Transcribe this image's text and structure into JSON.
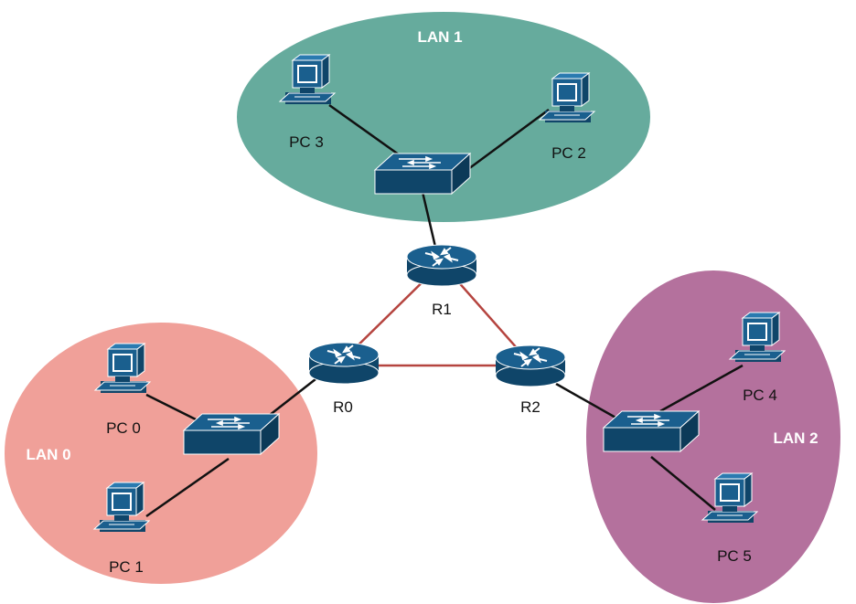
{
  "lans": [
    {
      "id": "lan0",
      "label": "LAN 0",
      "color": "#f0a099"
    },
    {
      "id": "lan1",
      "label": "LAN 1",
      "color": "#66ab9d"
    },
    {
      "id": "lan2",
      "label": "LAN 2",
      "color": "#b4719d"
    }
  ],
  "routers": [
    {
      "id": "r0",
      "label": "R0"
    },
    {
      "id": "r1",
      "label": "R1"
    },
    {
      "id": "r2",
      "label": "R2"
    }
  ],
  "pcs": [
    {
      "id": "pc0",
      "label": "PC 0"
    },
    {
      "id": "pc1",
      "label": "PC 1"
    },
    {
      "id": "pc2",
      "label": "PC 2"
    },
    {
      "id": "pc3",
      "label": "PC 3"
    },
    {
      "id": "pc4",
      "label": "PC 4"
    },
    {
      "id": "pc5",
      "label": "PC 5"
    }
  ],
  "colors": {
    "device": "#1a5f8e",
    "device_dark": "#0f4569",
    "router_link": "#b5443f",
    "lan_link": "#111111"
  }
}
